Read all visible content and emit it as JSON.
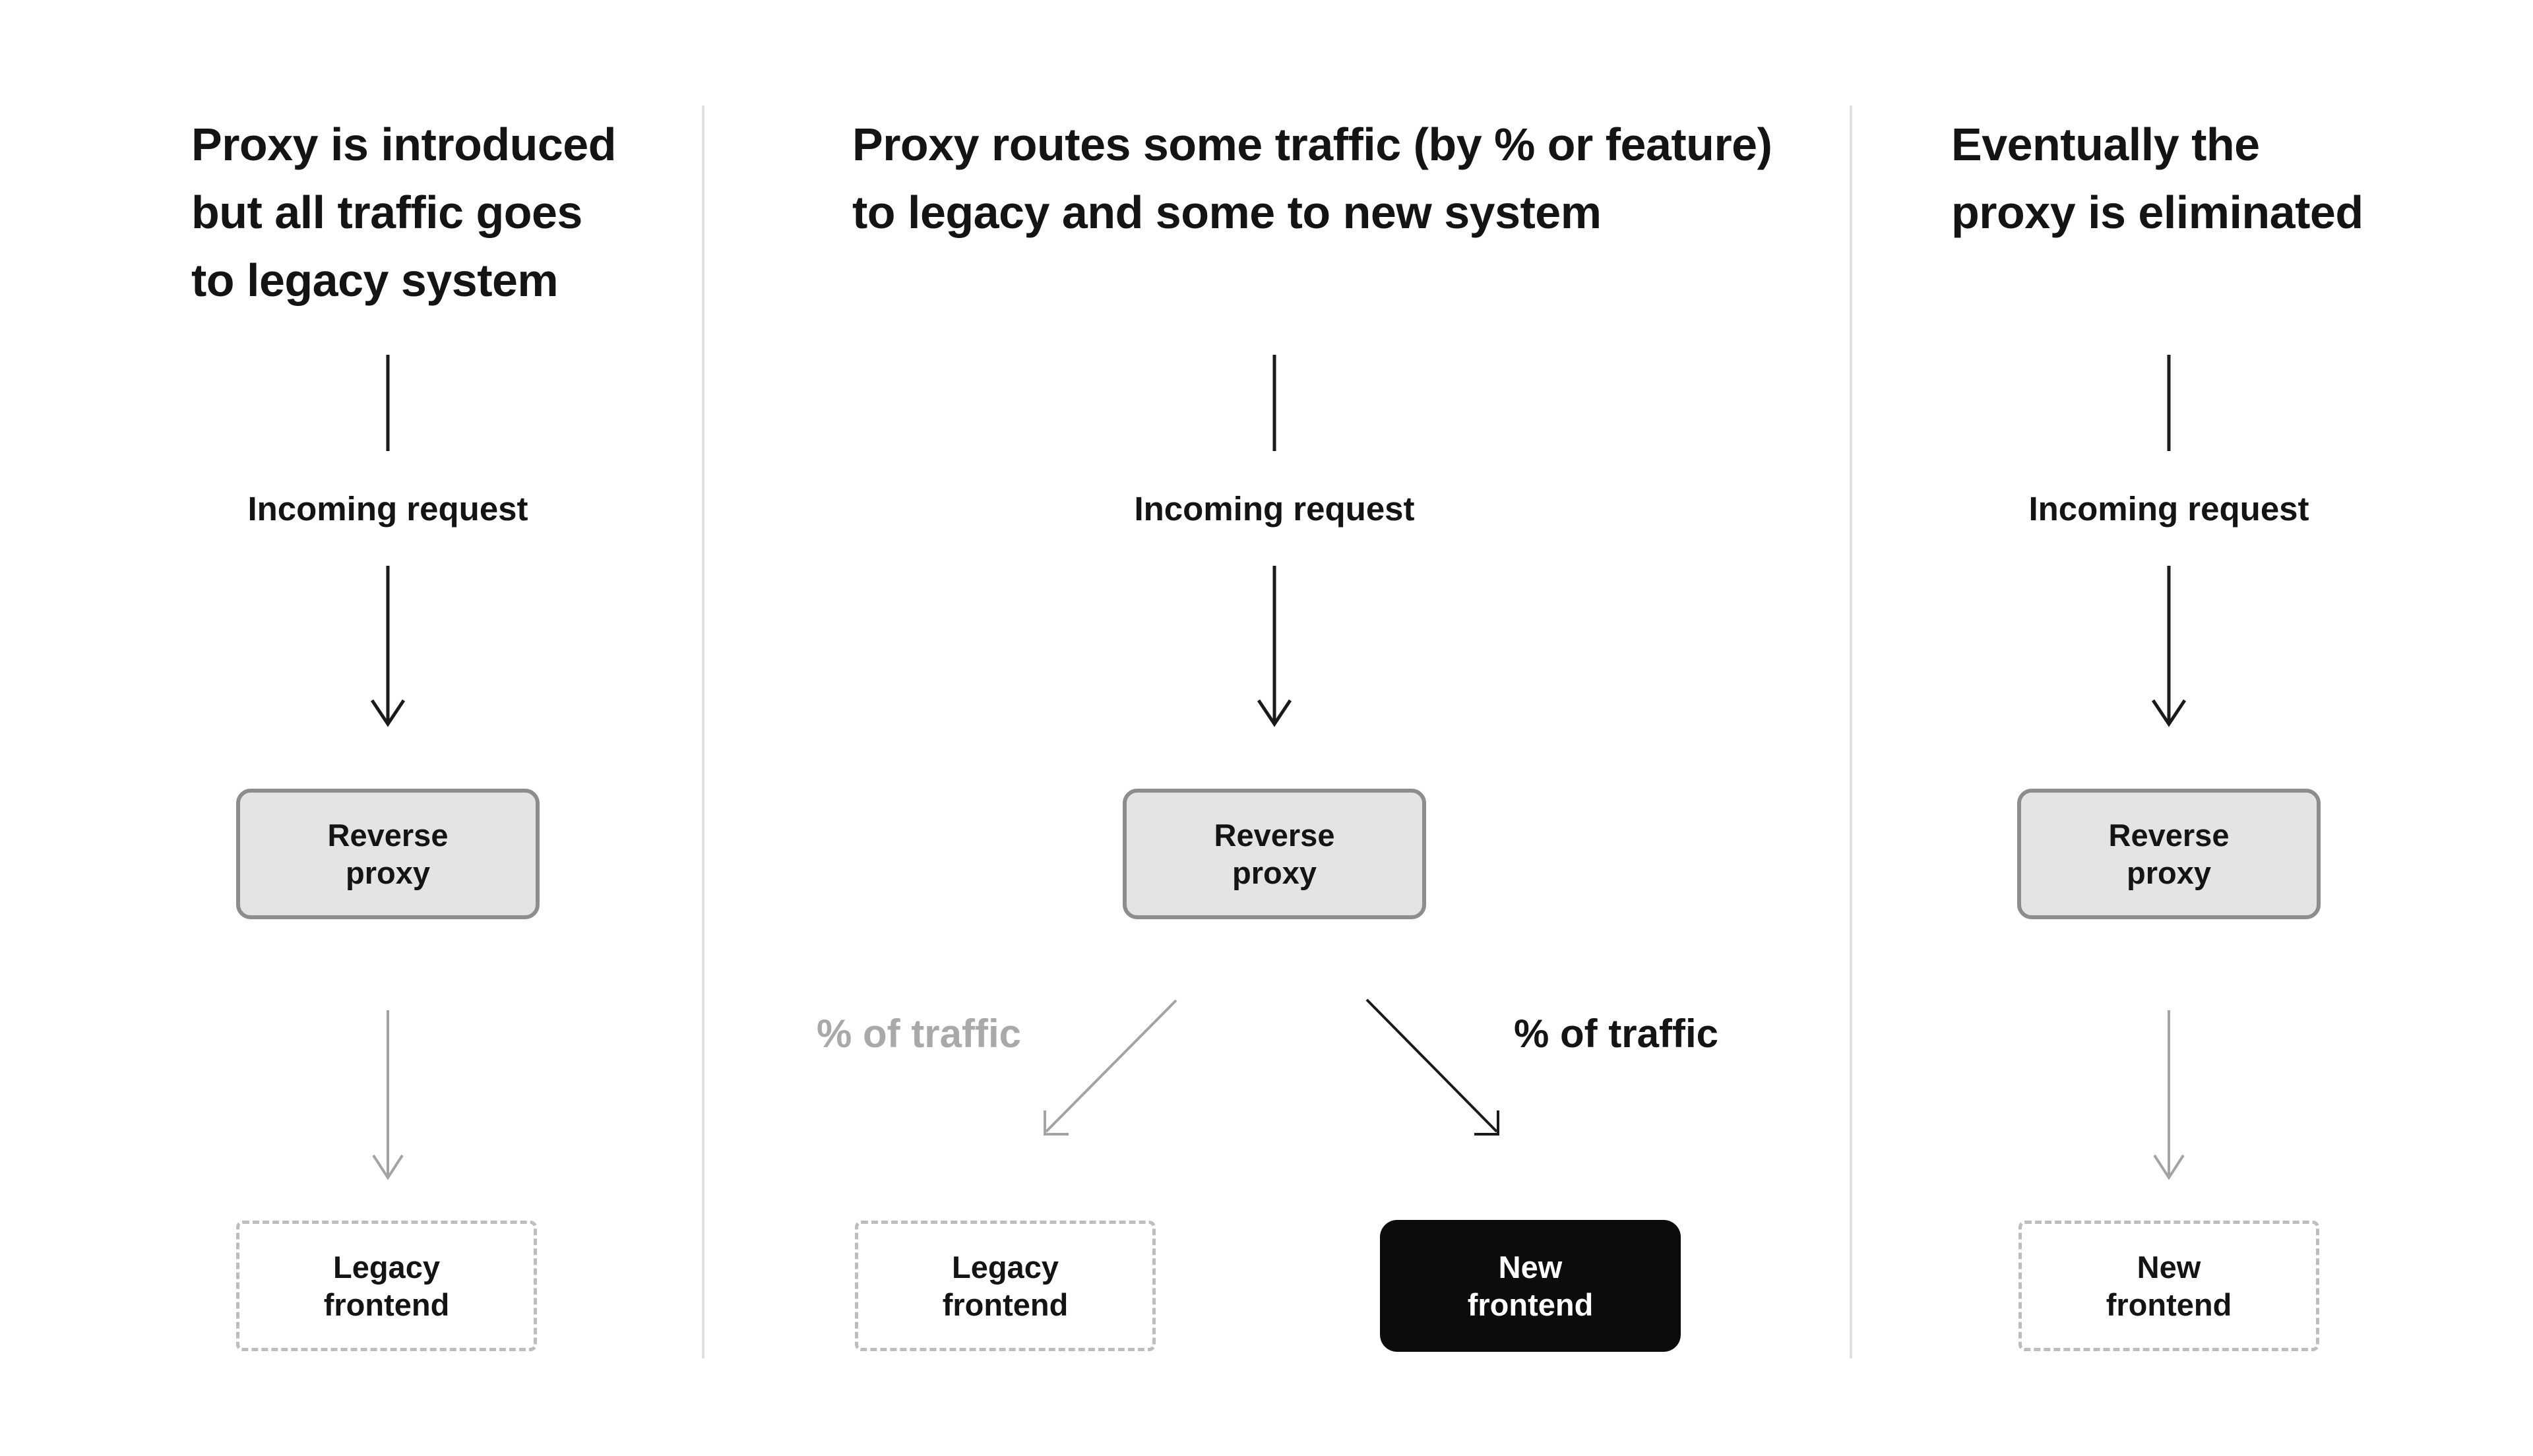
{
  "colors": {
    "background": "#ffffff",
    "text-primary": "#141414",
    "muted-gray": "#a9a9a9",
    "proxy-box-fill": "#e4e4e4",
    "proxy-box-border": "#8d8d8d",
    "dashed-border": "#bdbdbd",
    "solid-box-fill": "#0c0c0c",
    "solid-box-text": "#ffffff",
    "divider": "#e0e0e0",
    "arrow-black": "#1a1a1a",
    "arrow-gray": "#a3a3a3"
  },
  "panels": [
    {
      "id": "stage-1",
      "title_lines": [
        "Proxy is introduced",
        "but all traffic goes",
        "to legacy system"
      ],
      "incoming_label": "Incoming request",
      "proxy_box_lines": [
        "Reverse",
        "proxy"
      ],
      "bottom_box_lines": [
        "Legacy",
        "frontend"
      ],
      "bottom_box_style": "dashed"
    },
    {
      "id": "stage-2",
      "title_lines": [
        "Proxy routes some traffic (by % or feature)",
        "to legacy and some to new system"
      ],
      "incoming_label": "Incoming request",
      "proxy_box_lines": [
        "Reverse",
        "proxy"
      ],
      "traffic_label_legacy": "% of traffic",
      "traffic_label_new": "% of traffic",
      "legacy_box_lines": [
        "Legacy",
        "frontend"
      ],
      "new_box_lines": [
        "New",
        "frontend"
      ]
    },
    {
      "id": "stage-3",
      "title_lines": [
        "Eventually the",
        "proxy is eliminated"
      ],
      "incoming_label": "Incoming request",
      "proxy_box_lines": [
        "Reverse",
        "proxy"
      ],
      "bottom_box_lines": [
        "New",
        "frontend"
      ],
      "bottom_box_style": "dashed"
    }
  ]
}
